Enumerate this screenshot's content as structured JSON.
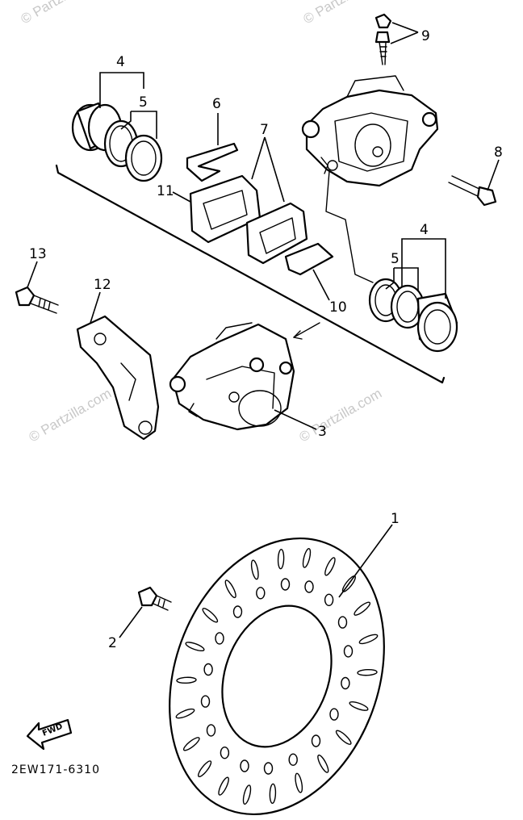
{
  "diagram": {
    "callouts": [
      "1",
      "2",
      "3",
      "4",
      "5",
      "6",
      "7",
      "8",
      "9",
      "10",
      "11",
      "12",
      "13",
      "4",
      "5"
    ],
    "part_code": "2EW171-6310",
    "fwd_label": "FWD",
    "watermark": "© Partzilla.com"
  }
}
